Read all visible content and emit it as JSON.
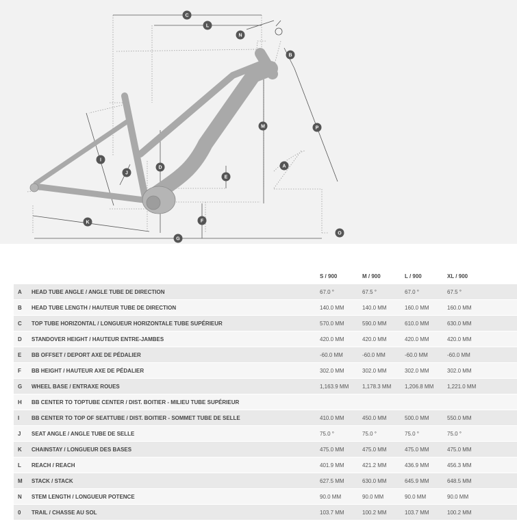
{
  "diagram": {
    "labels": [
      "C",
      "L",
      "N",
      "B",
      "P",
      "M",
      "A",
      "I",
      "J",
      "D",
      "E",
      "F",
      "K",
      "G",
      "O"
    ]
  },
  "table": {
    "headers": [
      "S / 900",
      "M / 900",
      "L / 900",
      "XL / 900"
    ],
    "rows": [
      {
        "code": "A",
        "desc": "HEAD TUBE ANGLE / ANGLE TUBE DE DIRECTION",
        "values": [
          "67.0 °",
          "67.5 °",
          "67.0 °",
          "67.5 °"
        ]
      },
      {
        "code": "B",
        "desc": "HEAD TUBE LENGTH / HAUTEUR TUBE DE DIRECTION",
        "values": [
          "140.0 MM",
          "140.0 MM",
          "160.0 MM",
          "160.0 MM"
        ]
      },
      {
        "code": "C",
        "desc": "TOP TUBE HORIZONTAL / LONGUEUR HORIZONTALE TUBE SUPÉRIEUR",
        "values": [
          "570.0 MM",
          "590.0 MM",
          "610.0 MM",
          "630.0 MM"
        ]
      },
      {
        "code": "D",
        "desc": "STANDOVER HEIGHT / HAUTEUR ENTRE-JAMBES",
        "values": [
          "420.0 MM",
          "420.0 MM",
          "420.0 MM",
          "420.0 MM"
        ]
      },
      {
        "code": "E",
        "desc": "BB OFFSET / DEPORT AXE DE PÉDALIER",
        "values": [
          "-60.0 MM",
          "-60.0 MM",
          "-60.0 MM",
          "-60.0 MM"
        ]
      },
      {
        "code": "F",
        "desc": "BB HEIGHT / HAUTEUR AXE DE PÉDALIER",
        "values": [
          "302.0 MM",
          "302.0 MM",
          "302.0 MM",
          "302.0 MM"
        ]
      },
      {
        "code": "G",
        "desc": "WHEEL BASE / ENTRAXE ROUES",
        "values": [
          "1,163.9 MM",
          "1,178.3 MM",
          "1,206.8 MM",
          "1,221.0 MM"
        ]
      },
      {
        "code": "H",
        "desc": "BB CENTER TO TOPTUBE CENTER / DIST. BOITIER - MILIEU TUBE SUPÉRIEUR",
        "values": [
          "",
          "",
          "",
          ""
        ]
      },
      {
        "code": "I",
        "desc": "BB CENTER TO TOP OF SEATTUBE / DIST. BOITIER - SOMMET TUBE DE SELLE",
        "values": [
          "410.0 MM",
          "450.0 MM",
          "500.0 MM",
          "550.0 MM"
        ]
      },
      {
        "code": "J",
        "desc": "SEAT ANGLE / ANGLE TUBE DE SELLE",
        "values": [
          "75.0 °",
          "75.0 °",
          "75.0 °",
          "75.0 °"
        ]
      },
      {
        "code": "K",
        "desc": "CHAINSTAY / LONGUEUR DES BASES",
        "values": [
          "475.0 MM",
          "475.0 MM",
          "475.0 MM",
          "475.0 MM"
        ]
      },
      {
        "code": "L",
        "desc": "REACH / REACH",
        "values": [
          "401.9 MM",
          "421.2 MM",
          "436.9 MM",
          "456.3 MM"
        ]
      },
      {
        "code": "M",
        "desc": "STACK / STACK",
        "values": [
          "627.5 MM",
          "630.0 MM",
          "645.9 MM",
          "648.5 MM"
        ]
      },
      {
        "code": "N",
        "desc": "STEM LENGTH / LONGUEUR POTENCE",
        "values": [
          "90.0 MM",
          "90.0 MM",
          "90.0 MM",
          "90.0 MM"
        ]
      },
      {
        "code": "0",
        "desc": "TRAIL / CHASSE AU SOL",
        "values": [
          "103.7 MM",
          "100.2 MM",
          "103.7 MM",
          "100.2 MM"
        ]
      }
    ]
  }
}
